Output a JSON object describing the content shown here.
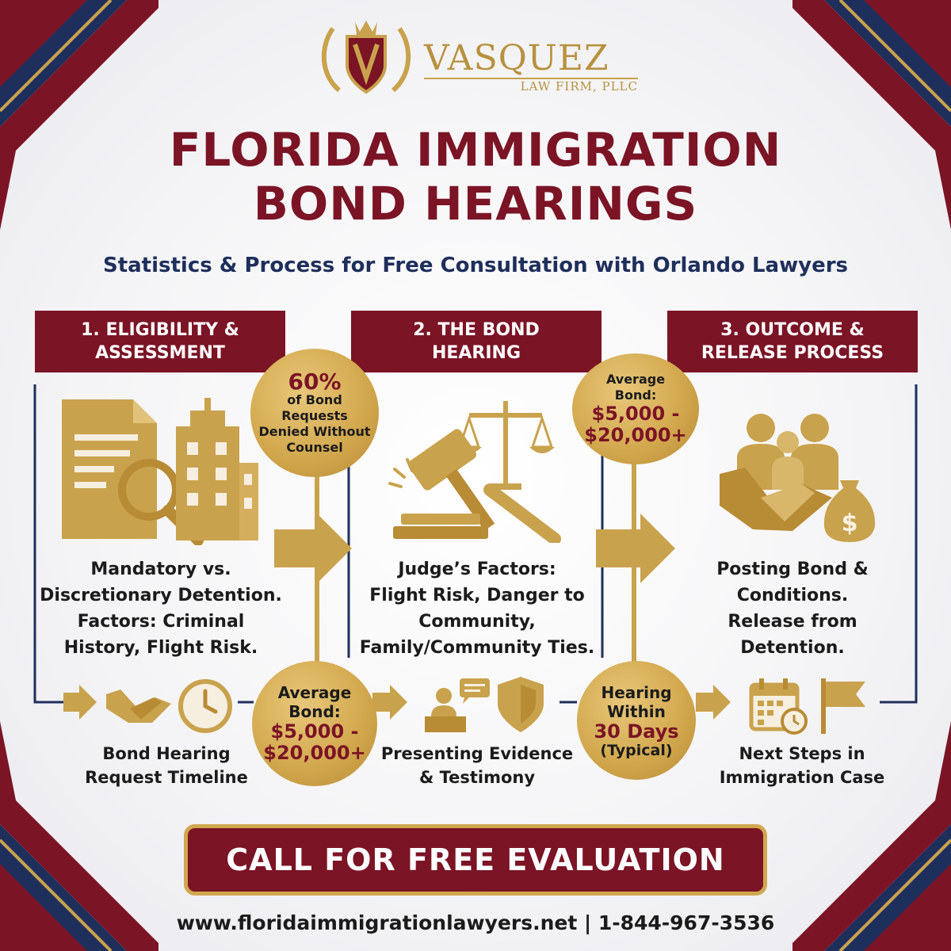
{
  "brand": {
    "name": "VASQUEZ",
    "subtitle": "LAW FIRM, PLLC"
  },
  "title": {
    "line1": "FLORIDA IMMIGRATION",
    "line2": "BOND HEARINGS"
  },
  "subtitle": "Statistics & Process for Free Consultation with Orlando Lawyers",
  "steps": [
    {
      "header": [
        "1. ELIGIBILITY &",
        "ASSESSMENT"
      ],
      "icon": "document-search-building-icon",
      "description": [
        "Mandatory vs.",
        "Discretionary Detention.",
        "Factors: Criminal",
        "History, Flight Risk."
      ],
      "bottom_caption": [
        "Bond Hearing",
        "Request Timeline"
      ]
    },
    {
      "header": [
        "2. THE BOND",
        "HEARING"
      ],
      "icon": "gavel-scales-icon",
      "description": [
        "Judge’s Factors:",
        "Flight Risk, Danger to",
        "Community,",
        "Family/Community Ties."
      ],
      "bottom_caption": [
        "Presenting Evidence",
        "& Testimony"
      ]
    },
    {
      "header": [
        "3. OUTCOME &",
        "RELEASE PROCESS"
      ],
      "icon": "family-handshake-money-icon",
      "description": [
        "Posting Bond &",
        "Conditions.",
        "Release from",
        "Detention."
      ],
      "bottom_caption": [
        "Next Steps in",
        "Immigration Case"
      ]
    }
  ],
  "stats": {
    "denied": {
      "value": "60%",
      "lines": [
        "of Bond",
        "Requests",
        "Denied Without",
        "Counsel"
      ]
    },
    "avg_bond_top": {
      "lines": [
        "Average",
        "Bond:"
      ],
      "value_lines": [
        "$5,000 -",
        "$20,000+"
      ]
    },
    "avg_bond_bottom": {
      "lines": [
        "Average",
        "Bond:"
      ],
      "value_lines": [
        "$5,000 -",
        "$20,000+"
      ]
    },
    "hearing": {
      "lines": [
        "Hearing",
        "Within"
      ],
      "value": "30 Days",
      "note": "(Typical)"
    }
  },
  "cta_label": "CALL FOR FREE EVALUATION",
  "footer": "www.floridaimmigrationlawyers.net | 1-844-967-3536",
  "colors": {
    "maroon": "#7b1425",
    "navy": "#1f2f5c",
    "gold": "#c9a24d"
  }
}
